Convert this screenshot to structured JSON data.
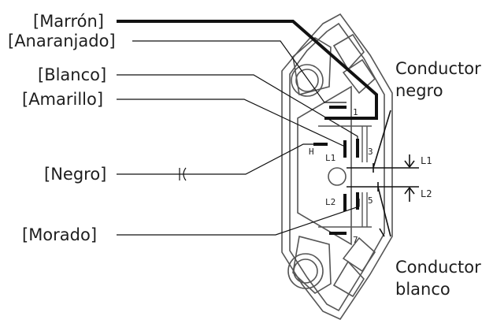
{
  "wire_labels": {
    "marron": "[Marrón]",
    "anaranjado": "[Anaranjado]",
    "blanco": "[Blanco]",
    "amarillo": "[Amarillo]",
    "negro": "[Negro]",
    "morado": "[Morado]"
  },
  "terminal_labels": {
    "t1": "1",
    "t3": "3",
    "t5": "5",
    "t7": "7",
    "h": "H",
    "l1": "L1",
    "l2": "L2"
  },
  "line_labels": {
    "l1": "L1",
    "l2": "L2"
  },
  "conductors": {
    "negro_line1": "Conductor",
    "negro_line2": "negro",
    "blanco_line1": "Conductor",
    "blanco_line2": "blanco"
  }
}
